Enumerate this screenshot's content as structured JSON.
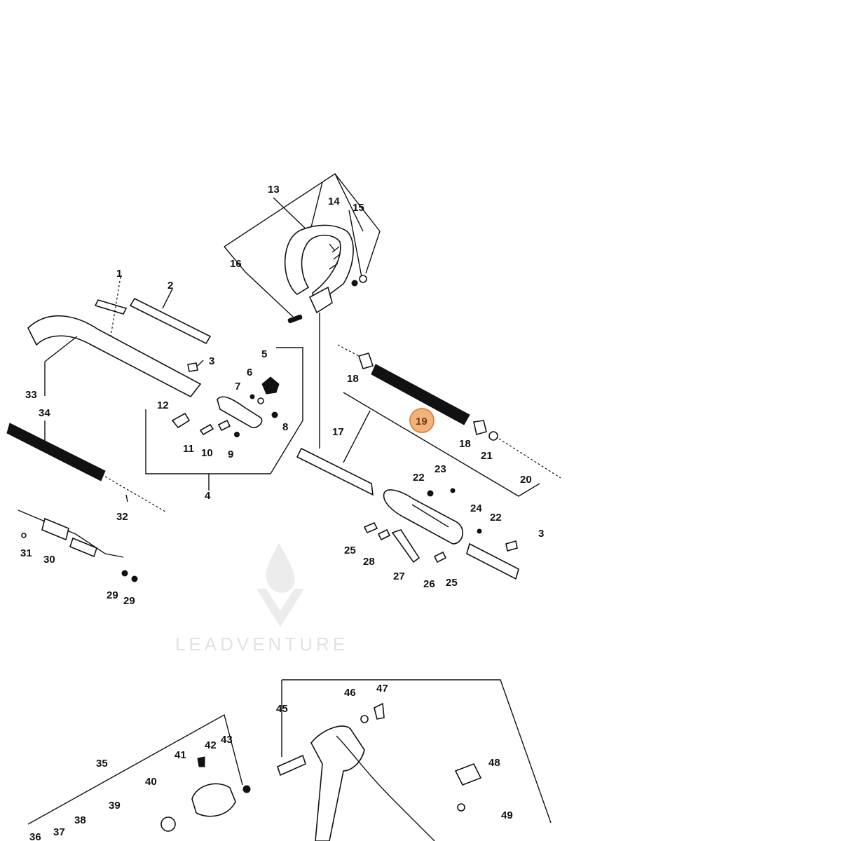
{
  "watermark": {
    "text": "LEADVENTURE"
  },
  "colors": {
    "line": "#111111",
    "highlight_fill": "#f3b27a",
    "highlight_stroke": "#d98a45",
    "watermark": "#e2e2e2"
  },
  "highlighted_callout": "19",
  "callouts": {
    "c1": "1",
    "c2": "2",
    "c3a": "3",
    "c3b": "3",
    "c4": "4",
    "c5": "5",
    "c6": "6",
    "c7": "7",
    "c8": "8",
    "c9": "9",
    "c10": "10",
    "c11": "11",
    "c12": "12",
    "c13": "13",
    "c14": "14",
    "c15": "15",
    "c16": "16",
    "c17": "17",
    "c18a": "18",
    "c18b": "18",
    "c19": "19",
    "c20": "20",
    "c21": "21",
    "c22a": "22",
    "c22b": "22",
    "c23": "23",
    "c24": "24",
    "c25a": "25",
    "c25b": "25",
    "c26": "26",
    "c27": "27",
    "c28": "28",
    "c29a": "29",
    "c29b": "29",
    "c30": "30",
    "c31": "31",
    "c32": "32",
    "c33": "33",
    "c34": "34",
    "c35": "35",
    "c36": "36",
    "c37": "37",
    "c38": "38",
    "c39": "39",
    "c40": "40",
    "c41": "41",
    "c42": "42",
    "c43": "43",
    "c45": "45",
    "c46": "46",
    "c47": "47",
    "c48": "48",
    "c49": "49"
  }
}
